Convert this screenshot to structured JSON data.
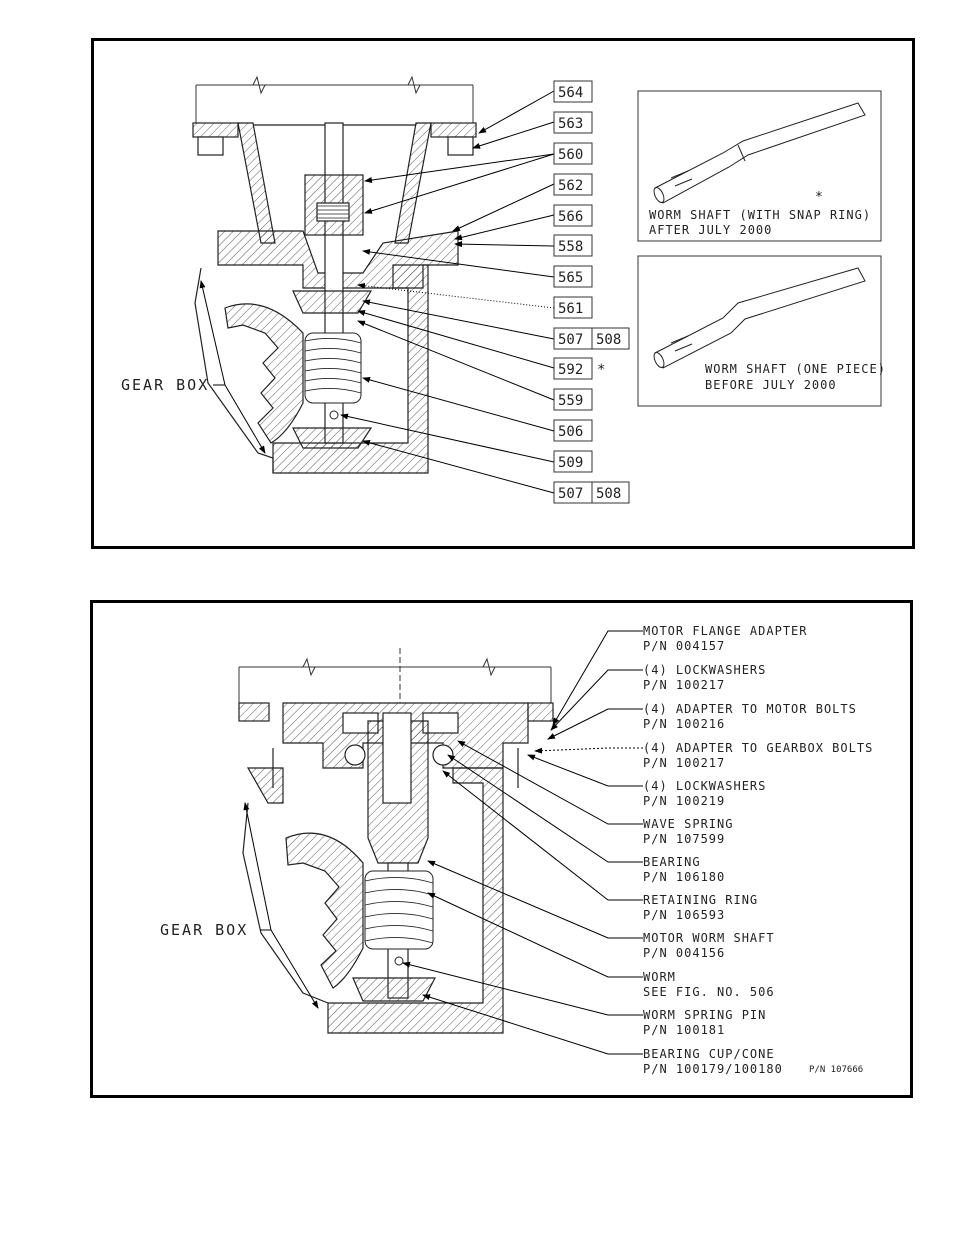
{
  "top": {
    "part_numbers": [
      "564",
      "563",
      "560",
      "562",
      "566",
      "558",
      "565",
      "561",
      "507",
      "508",
      "592",
      "559",
      "506",
      "509",
      "507",
      "508"
    ],
    "asterisk": "*",
    "gear_box": "GEAR BOX",
    "inset1": {
      "line1": "WORM SHAFT (WITH SNAP RING)",
      "line2": "AFTER JULY 2000",
      "mark": "*"
    },
    "inset2": {
      "line1": "WORM SHAFT (ONE PIECE)",
      "line2": "BEFORE JULY 2000"
    }
  },
  "bottom": {
    "gear_box": "GEAR BOX",
    "callouts": [
      {
        "name": "MOTOR FLANGE ADAPTER",
        "pn": "P/N 004157"
      },
      {
        "name": "(4) LOCKWASHERS",
        "pn": "P/N 100217"
      },
      {
        "name": "(4) ADAPTER TO MOTOR BOLTS",
        "pn": "P/N 100216"
      },
      {
        "name": "(4) ADAPTER TO GEARBOX BOLTS",
        "pn": "P/N 100217"
      },
      {
        "name": "(4) LOCKWASHERS",
        "pn": "P/N 100219"
      },
      {
        "name": "WAVE SPRING",
        "pn": "P/N 107599"
      },
      {
        "name": "BEARING",
        "pn": "P/N 106180"
      },
      {
        "name": "RETAINING RING",
        "pn": "P/N 106593"
      },
      {
        "name": "MOTOR WORM SHAFT",
        "pn": "P/N 004156"
      },
      {
        "name": "WORM",
        "pn": "SEE FIG. NO. 506"
      },
      {
        "name": "WORM SPRING PIN",
        "pn": "P/N 100181"
      },
      {
        "name": "BEARING CUP/CONE",
        "pn": "P/N 100179/100180"
      }
    ],
    "drawing_pn": "P/N 107666"
  }
}
